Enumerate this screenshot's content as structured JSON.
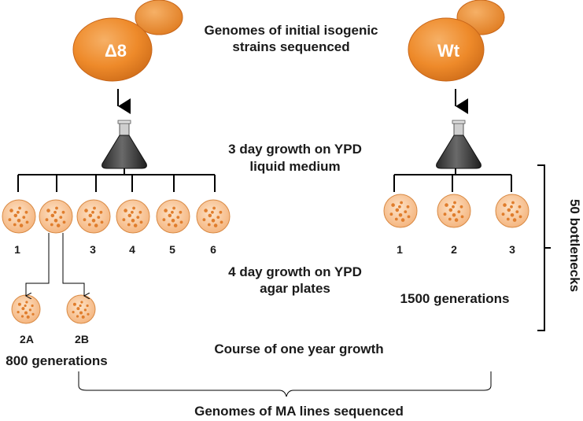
{
  "captions": {
    "genomes_initial_1": "Genomes of initial isogenic",
    "genomes_initial_2": "strains sequenced",
    "liquid_1": "3 day growth on YPD",
    "liquid_2": "liquid medium",
    "agar_1": "4 day growth on YPD",
    "agar_2": "agar plates",
    "year_growth": "Course of one year growth",
    "ma_lines": "Genomes of MA lines sequenced",
    "bottlenecks": "50 bottlenecks"
  },
  "strains": {
    "delta": "Δ8",
    "wt": "Wt"
  },
  "delta_lines": [
    "1",
    "",
    "3",
    "4",
    "5",
    "6"
  ],
  "delta_sublines": [
    "2A",
    "2B"
  ],
  "delta_generations": "800 generations",
  "wt_lines": [
    "1",
    "2",
    "3"
  ],
  "wt_generations": "1500 generations",
  "colors": {
    "cell_orange": "#ee8a2a",
    "plate_fill": "#f9c89a",
    "colony": "#e07d2c"
  }
}
